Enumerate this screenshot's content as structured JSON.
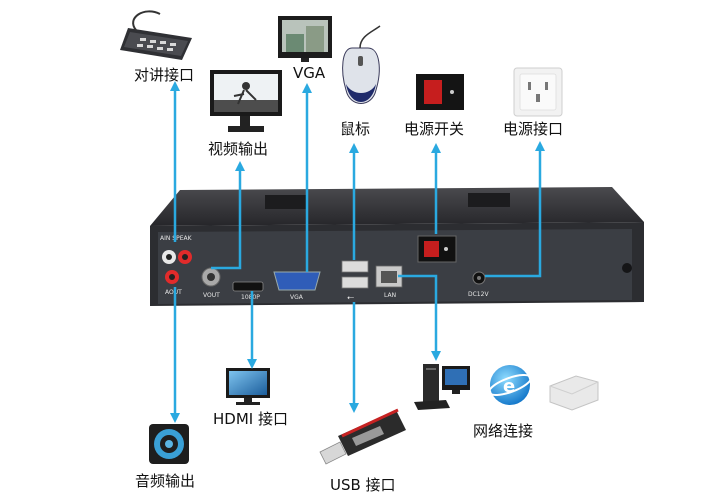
{
  "labels": {
    "intercom": "对讲接口",
    "vga": "VGA",
    "video_out": "视频输出",
    "mouse": "鼠标",
    "power_switch": "电源开关",
    "power_port": "电源接口",
    "hdmi": "HDMI 接口",
    "network": "网络连接",
    "usb": "USB 接口",
    "audio_out": "音频输出"
  },
  "ports": {
    "audio_speak": "AIN SPEAK",
    "aout": "AOUT",
    "vout": "VOUT",
    "hdmi_res": "1080P",
    "vga": "VGA",
    "usb_symbol": "⭠",
    "lan": "LAN",
    "dc": "DC12V"
  },
  "colors": {
    "arrow": "#2aa9e0",
    "device_dark": "#2a2a2c",
    "panel": "#3b3e44"
  }
}
